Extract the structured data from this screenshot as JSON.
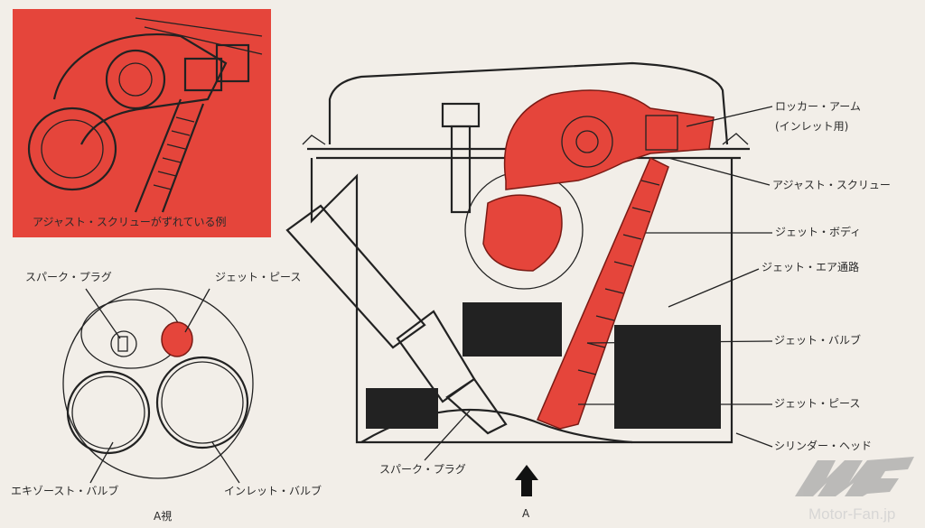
{
  "inset": {
    "caption": "アジャスト・スクリューがずれている例"
  },
  "view_a": {
    "title": "A視",
    "labels": {
      "spark_plug": "スパーク・プラグ",
      "jet_piece": "ジェット・ピース",
      "exhaust_valve": "エキゾースト・バルブ",
      "inlet_valve": "インレット・バルブ"
    }
  },
  "main": {
    "arrow_label": "A",
    "labels": {
      "rocker_arm": "ロッカー・アーム",
      "rocker_arm_note": "(インレット用)",
      "adjust_screw": "アジャスト・スクリュー",
      "jet_body": "ジェット・ボディ",
      "jet_air_passage": "ジェット・エア通路",
      "jet_valve": "ジェット・バルブ",
      "jet_piece": "ジェット・ピース",
      "cylinder_head": "シリンダー・ヘッド",
      "spark_plug": "スパーク・プラグ"
    }
  },
  "watermark": {
    "logo": "MF",
    "site": "Motor-Fan.jp"
  },
  "colors": {
    "accent_red": "#e5453b",
    "background": "#f2eee8",
    "ink": "#222222"
  }
}
